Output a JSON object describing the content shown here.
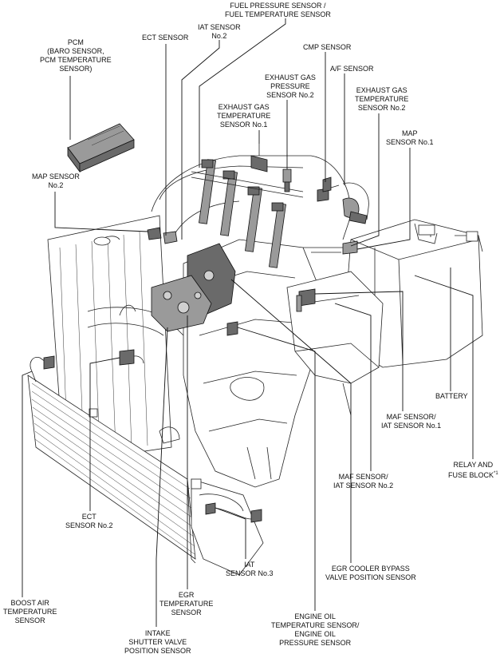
{
  "labels": {
    "fuel_pressure_sensor": [
      "FUEL PRESSURE SENSOR /",
      "FUEL TEMPERATURE SENSOR"
    ],
    "ect_sensor": [
      "ECT SENSOR"
    ],
    "iat_sensor_no2": [
      "IAT SENSOR",
      "No.2"
    ],
    "pcm": [
      "PCM",
      "(BARO SENSOR,",
      "PCM TEMPERATURE",
      "SENSOR)"
    ],
    "cmp_sensor": [
      "CMP SENSOR"
    ],
    "af_sensor": [
      "A/F SENSOR"
    ],
    "exhaust_gas_pressure_sensor_no2": [
      "EXHAUST GAS",
      "PRESSURE",
      "SENSOR No.2"
    ],
    "exhaust_gas_temperature_sensor_no2": [
      "EXHAUST GAS",
      "TEMPERATURE",
      "SENSOR No.2"
    ],
    "exhaust_gas_temperature_sensor_no1": [
      "EXHAUST GAS",
      "TEMPERATURE",
      "SENSOR No.1"
    ],
    "map_sensor_no1": [
      "MAP",
      "SENSOR No.1"
    ],
    "map_sensor_no2": [
      "MAP SENSOR",
      "No.2"
    ],
    "battery": [
      "BATTERY"
    ],
    "maf_iat_sensor_no1": [
      "MAF SENSOR/",
      "IAT SENSOR No.1"
    ],
    "relay_fuse_block": [
      "RELAY AND",
      "FUSE BLOCK"
    ],
    "relay_fuse_block_note": "*1",
    "maf_iat_sensor_no2": [
      "MAF SENSOR/",
      "IAT SENSOR No.2"
    ],
    "ect_sensor_no2": [
      "ECT",
      "SENSOR No.2"
    ],
    "egr_cooler_bypass": [
      "EGR COOLER BYPASS",
      "VALVE POSITION SENSOR"
    ],
    "iat_sensor_no3": [
      "IAT",
      "SENSOR No.3"
    ],
    "boost_air_temperature_sensor": [
      "BOOST AIR",
      "TEMPERATURE",
      "SENSOR"
    ],
    "egr_temperature_sensor": [
      "EGR",
      "TEMPERATURE",
      "SENSOR"
    ],
    "engine_oil_sensor": [
      "ENGINE OIL",
      "TEMPERATURE SENSOR/",
      "ENGINE OIL",
      "PRESSURE SENSOR"
    ],
    "intake_shutter_valve": [
      "INTAKE",
      "SHUTTER VALVE",
      "POSITION SENSOR"
    ]
  }
}
